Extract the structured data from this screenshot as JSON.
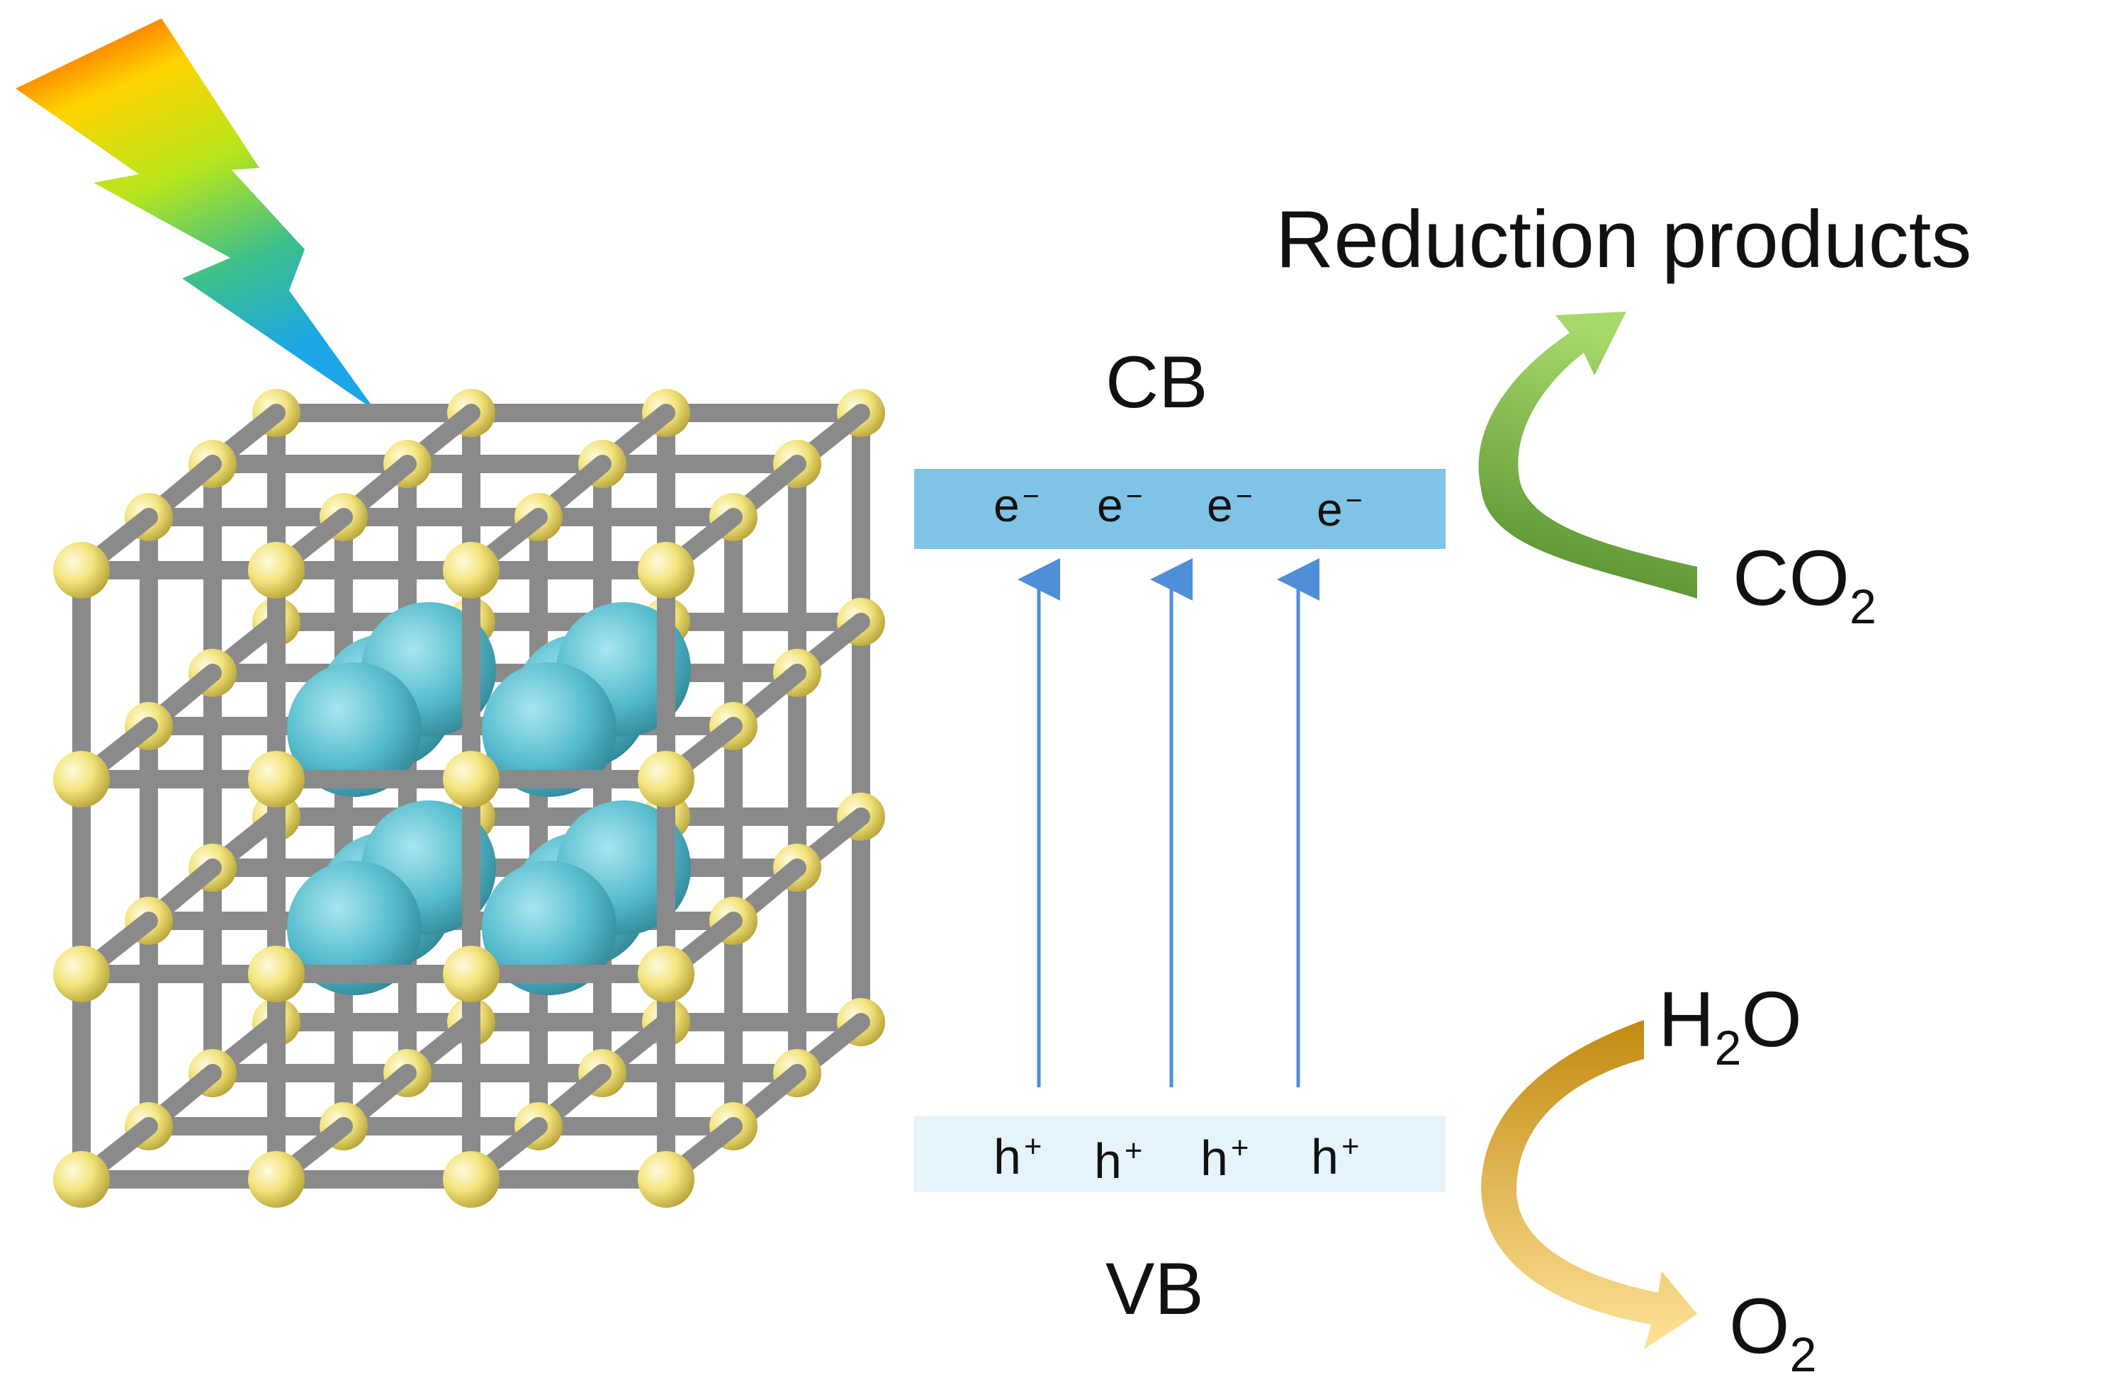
{
  "bands": {
    "cb": {
      "label": "CB",
      "color": "#7fc4e6",
      "carriers": [
        "e",
        "e",
        "e",
        "e"
      ],
      "charge": "−"
    },
    "vb": {
      "label": "VB",
      "color": "#e5f3fa",
      "carriers": [
        "h",
        "h",
        "h",
        "h"
      ],
      "charge": "+"
    },
    "arrow_color": "#4f8fd8"
  },
  "reactions": {
    "reduction": {
      "product_label": "Reduction products",
      "reactant_main": "CO",
      "reactant_sub": "2"
    },
    "oxidation": {
      "reactant_main": "H",
      "reactant_sub": "2",
      "reactant_tail": "O",
      "product_main": "O",
      "product_sub": "2"
    }
  },
  "icons": {
    "light": "lightning-bolt-icon",
    "structure": "crystal-lattice-cube"
  },
  "colors": {
    "lattice_bond": "#8a8a8a",
    "lattice_node": "#f2e27a",
    "guest_sphere": "#4fb7c9",
    "reduction_arrow": "#6fa63a",
    "oxidation_arrow": "#d4a12a"
  }
}
